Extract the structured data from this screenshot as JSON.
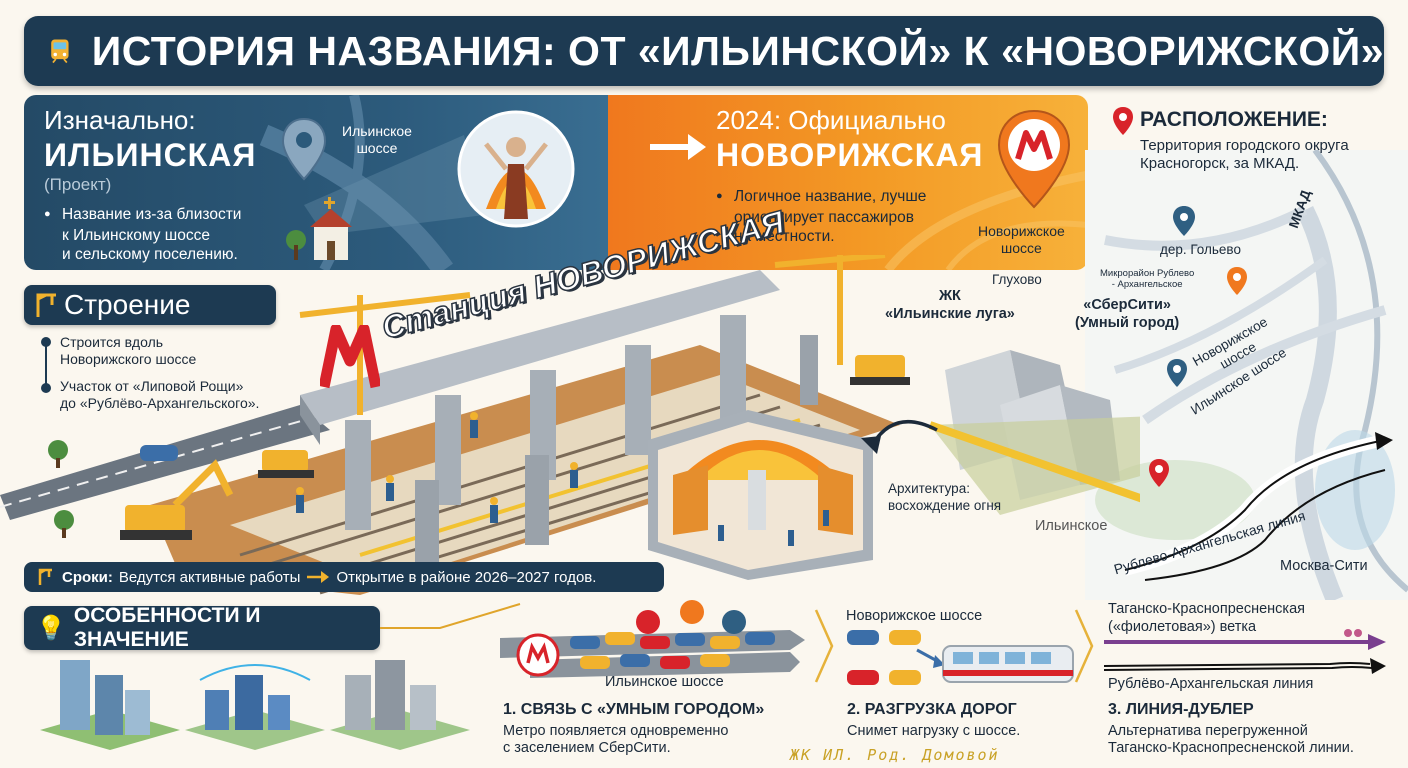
{
  "header": {
    "title": "ИСТОРИЯ НАЗВАНИЯ: ОТ «ИЛЬИНСКОЙ» К «НОВОРИЖСКОЙ»"
  },
  "original_name": {
    "prefix": "Изначально:",
    "name": "ИЛЬИНСКАЯ",
    "status": "(Проект)",
    "reason": [
      "Название из-за близости",
      "к Ильинскому шоссе",
      "и сельскому поселению."
    ],
    "road_label": [
      "Ильинское",
      "шоссе"
    ]
  },
  "new_name": {
    "prefix": "2024: Официально",
    "name": "НОВОРИЖСКАЯ",
    "reason": [
      "Логичное название, лучше",
      "ориентирует пассажиров",
      "на местности."
    ],
    "road_label": [
      "Новорижское",
      "шоссе"
    ]
  },
  "location": {
    "heading": "РАСПОЛОЖЕНИЕ:",
    "text": [
      "Территория городского округа",
      "Красногорск, за МКАД."
    ],
    "labels": {
      "golevo": "дер. Гольево",
      "mkad": "МКАД",
      "rublevo_district": [
        "Микрорайон Рублево",
        "- Архангельское"
      ],
      "glukhovo": "Глухово",
      "zhk": [
        "ЖК",
        "«Ильинские луга»"
      ],
      "sbercity": [
        "«СберСити»",
        "(Умный город)"
      ],
      "novorizhskoe": [
        "Новорижское",
        "шоссе"
      ],
      "ilinskoe_road": "Ильинское шоссе",
      "ilinskoe": "Ильинское",
      "rublevo_line": "Рублево-Архангельская линия",
      "moscow_city": "Москва-Сити"
    }
  },
  "construction": {
    "heading": "Строение",
    "items": [
      [
        "Строится вдоль",
        "Новорижского шоссе"
      ],
      [
        "Участок от «Липовой Рощи»",
        "до «Рублёво-Архангельского»."
      ]
    ],
    "station_sign": "Станция НОВОРИЖСКАЯ",
    "architecture": [
      "Архитектура:",
      "восхождение огня"
    ]
  },
  "timeline": {
    "label": "Сроки:",
    "text": "Ведутся активные работы",
    "text2": "Открытие в районе 2026–2027 годов."
  },
  "features": {
    "heading": "ОСОБЕННОСТИ И ЗНАЧЕНИЕ",
    "cards": [
      {
        "road": "Ильинское шоссе",
        "title": "1. СВЯЗЬ С «УМНЫМ ГОРОДОМ»",
        "text": [
          "Метро появляется одновременно",
          "с заселением СберСити."
        ]
      },
      {
        "road": "Новорижское шоссе",
        "title": "2. РАЗГРУЗКА ДОРОГ",
        "text": [
          "Снимет нагрузку с шоссе."
        ]
      },
      {
        "top": [
          "Таганско-Краснопресненская",
          "(«фиолетовая») ветка"
        ],
        "bottom": "Рублёво-Архангельская линия",
        "title": "3. ЛИНИЯ-ДУБЛЕР",
        "text": [
          "Альтернатива перегруженной",
          "Таганско-Краснопресненской линии."
        ]
      }
    ]
  },
  "watermark": "ЖК ИЛ. Род. Домовой",
  "colors": {
    "navy": "#1d3a52",
    "orange": "#f0781e",
    "metro_red": "#d8232a",
    "purple": "#7a3f8f"
  }
}
